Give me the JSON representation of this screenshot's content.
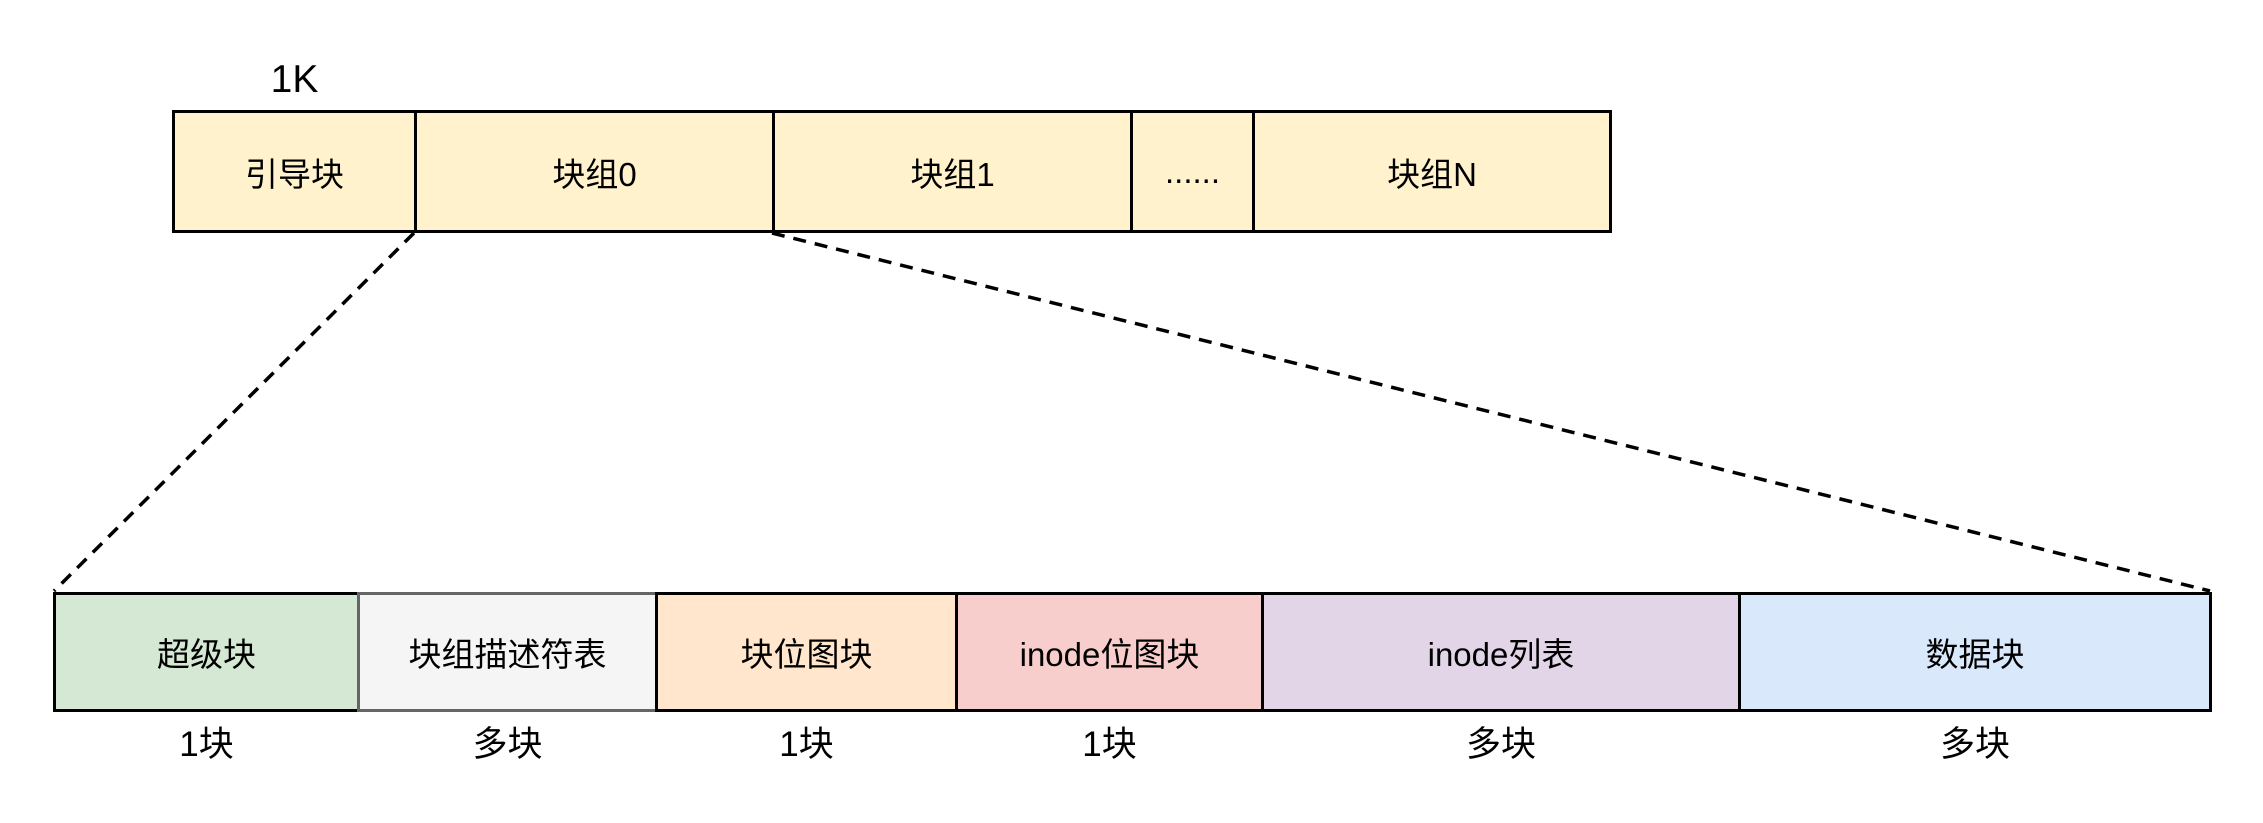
{
  "diagram": {
    "background": "#FFFFFF",
    "line_color": "#000000",
    "text_color": "#000000"
  },
  "top_bar": {
    "size_label": "1K",
    "fill": "#FFF2CC",
    "border": "#000000",
    "segments": [
      {
        "label": "引导块"
      },
      {
        "label": "块组0"
      },
      {
        "label": "块组1"
      },
      {
        "label": "......"
      },
      {
        "label": "块组N"
      }
    ]
  },
  "bottom_bar": {
    "segments": [
      {
        "label": "超级块",
        "fill": "#D5E8D4",
        "border": "#000000",
        "count_label": "1块"
      },
      {
        "label": "块组描述符表",
        "fill": "#F5F5F5",
        "border": "#666666",
        "count_label": "多块"
      },
      {
        "label": "块位图块",
        "fill": "#FFE6CC",
        "border": "#000000",
        "count_label": "1块"
      },
      {
        "label": "inode位图块",
        "fill": "#F8CECC",
        "border": "#000000",
        "count_label": "1块"
      },
      {
        "label": "inode列表",
        "fill": "#E1D5E7",
        "border": "#000000",
        "count_label": "多块"
      },
      {
        "label": "数据块",
        "fill": "#DAE8FC",
        "border": "#000000",
        "count_label": "多块"
      }
    ]
  }
}
